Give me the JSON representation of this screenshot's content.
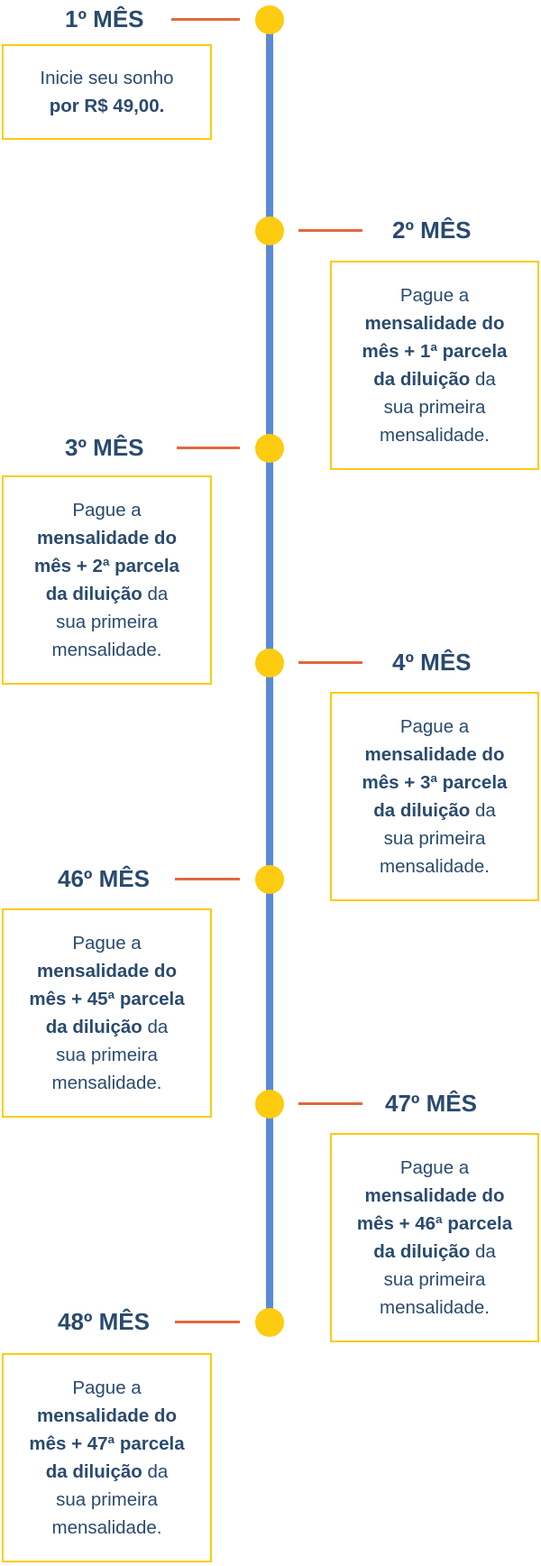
{
  "colors": {
    "axis": "#5b8bd4",
    "dot": "#fdcb0f",
    "tick": "#e2683e",
    "text": "#2a4a6e",
    "border": "#fdcb0f"
  },
  "m1": {
    "title": "1º MÊS",
    "l1": "Inicie seu sonho",
    "l2": "por R$ 49,00."
  },
  "m2": {
    "title": "2º MÊS",
    "l1": "Pague a",
    "l2": "mensalidade do",
    "l3": "mês + 1ª parcela",
    "l4a": "da diluição",
    "l4b": " da",
    "l5": "sua primeira",
    "l6": "mensalidade."
  },
  "m3": {
    "title": "3º MÊS",
    "l1": "Pague a",
    "l2": "mensalidade do",
    "l3": "mês + 2ª parcela",
    "l4a": "da diluição",
    "l4b": " da",
    "l5": "sua primeira",
    "l6": "mensalidade."
  },
  "m4": {
    "title": "4º MÊS",
    "l1": "Pague a",
    "l2": "mensalidade do",
    "l3": "mês + 3ª parcela",
    "l4a": "da diluição",
    "l4b": " da",
    "l5": "sua primeira",
    "l6": "mensalidade."
  },
  "m46": {
    "title": "46º MÊS",
    "l1": "Pague a",
    "l2": "mensalidade do",
    "l3": "mês + 45ª parcela",
    "l4a": "da diluição",
    "l4b": " da",
    "l5": "sua primeira",
    "l6": "mensalidade."
  },
  "m47": {
    "title": "47º MÊS",
    "l1": "Pague a",
    "l2": "mensalidade do",
    "l3": "mês + 46ª parcela",
    "l4a": "da diluição",
    "l4b": " da",
    "l5": "sua primeira",
    "l6": "mensalidade."
  },
  "m48": {
    "title": "48º MÊS",
    "l1": "Pague a",
    "l2": "mensalidade do",
    "l3": "mês + 47ª parcela",
    "l4a": "da diluição",
    "l4b": " da",
    "l5": "sua primeira",
    "l6": "mensalidade."
  }
}
